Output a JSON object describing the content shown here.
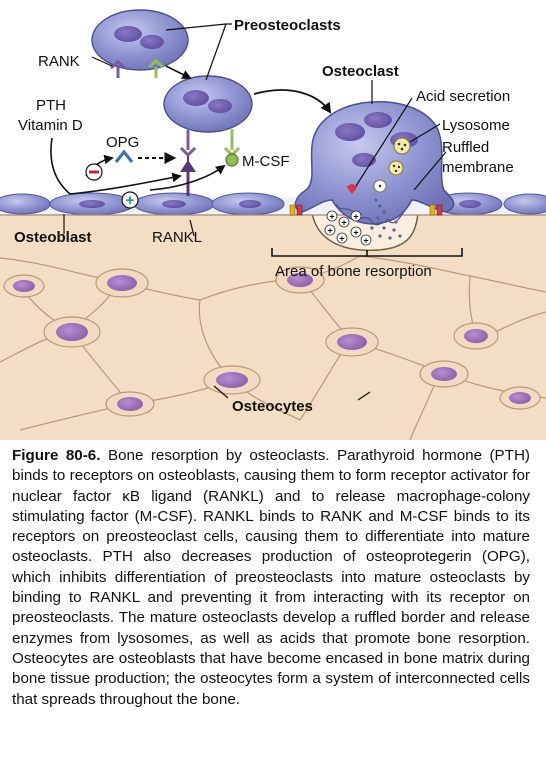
{
  "labels": {
    "preosteoclasts": "Preosteoclasts",
    "rank": "RANK",
    "osteoclast": "Osteoclast",
    "acid_secretion": "Acid secretion",
    "lysosome": "Lysosome",
    "ruffled_line1": "Ruffled",
    "ruffled_line2": "membrane",
    "pth": "PTH",
    "vitamin_d": "Vitamin D",
    "opg": "OPG",
    "mcsf": "M-CSF",
    "osteoblast": "Osteoblast",
    "rankl": "RANKL",
    "area_resorption": "Area of bone resorption",
    "osteocytes": "Osteocytes",
    "minus_sign": "−",
    "plus_sign": "+"
  },
  "caption": {
    "figure_label": "Figure 80-6.",
    "text": "Bone resorption by osteoclasts. Parathyroid hormone (PTH) binds to receptors on osteoblasts, causing them to form receptor activator for nuclear factor κB ligand (RANKL) and to release macrophage-colony stimulating factor (M-CSF). RANKL binds to RANK and M-CSF binds to its receptors on preosteoclast cells, causing them to differentiate into mature osteoclasts. PTH also decreases production of osteoprotegerin (OPG), which inhibits differentiation of preosteoclasts into mature osteoclasts by binding to RANKL and preventing it from interacting with its receptor on preosteoclasts. The mature osteoclasts develop a ruffled border and release enzymes from lysosomes, as well as acids that promote bone resorption. Osteocytes are osteoblasts that have become encased in bone matrix during bone tissue production; the osteocytes form a system of interconnected cells that spreads throughout the bone."
  },
  "colors": {
    "cell_body": "#8e93cc",
    "cell_nucleus": "#6b5ba8",
    "bone": "#f4ddc5",
    "osteocyte": "#f2d9c0",
    "osteocyte_nucleus": "#9a6cb4",
    "rank_receptor": "#8a6aa4",
    "mcsf_receptor": "#8fbf55",
    "opg": "#4a7fc0",
    "acid": "#d13a4a",
    "lysosome": "#f3e9a6",
    "integrin": "#e0b11f"
  }
}
